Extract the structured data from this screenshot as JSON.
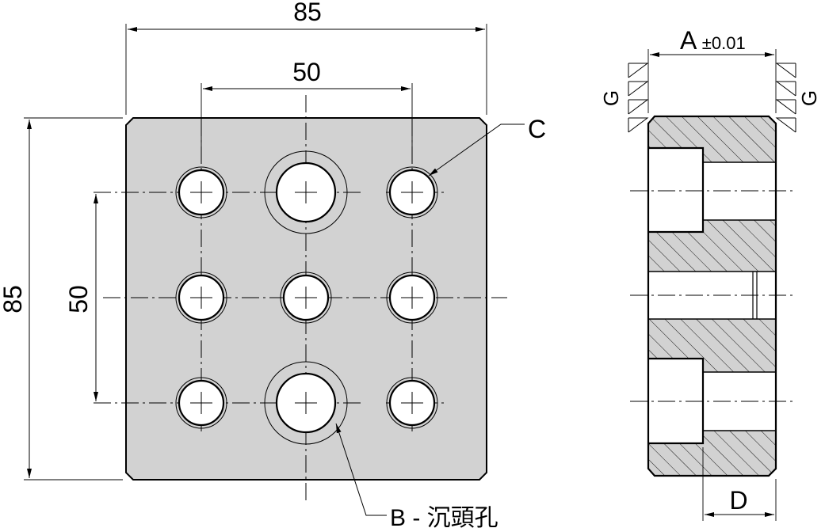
{
  "drawing": {
    "plate_width_dim": "85",
    "plate_height_dim": "85",
    "hole_spacing_h_dim": "50",
    "hole_spacing_v_dim": "50",
    "thickness_dim": "A",
    "thickness_tol": "±0.01",
    "ground_left": "G",
    "ground_right": "G",
    "hole_label_c": "C",
    "hole_label_b": "B - 沉頭孔",
    "depth_dim": "D"
  },
  "colors": {
    "plate_fill": "#d2d2d2",
    "hole_fill": "#ffffff",
    "line": "#000000"
  },
  "icons": [
    "arrowhead",
    "surface-finish-triangle"
  ]
}
